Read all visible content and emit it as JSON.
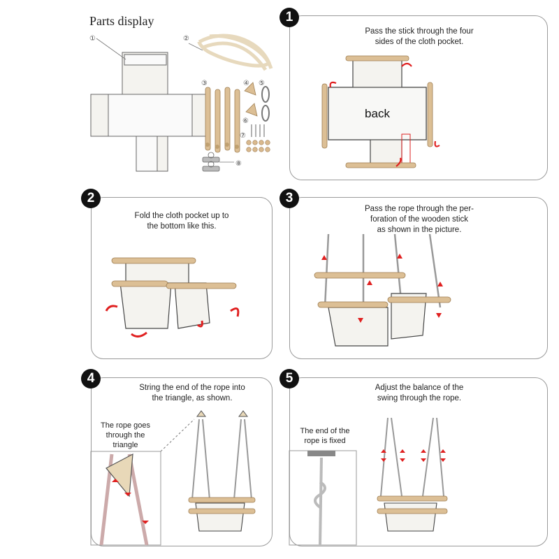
{
  "parts_section": {
    "title": "Parts display",
    "labels": [
      "①",
      "②",
      "③",
      "④",
      "⑤",
      "⑥",
      "⑦",
      "⑧"
    ]
  },
  "steps": [
    {
      "number": "1",
      "caption_lines": [
        "Pass the stick through the four",
        "sides of the cloth pocket."
      ],
      "label": "back"
    },
    {
      "number": "2",
      "caption_lines": [
        "Fold the cloth pocket up to",
        "the bottom like this."
      ]
    },
    {
      "number": "3",
      "caption_lines": [
        "Pass the rope through the per-",
        "foration of the wooden stick",
        "as shown in the picture."
      ]
    },
    {
      "number": "4",
      "caption_lines": [
        "String the end of the rope into",
        "the triangle, as shown."
      ],
      "callout_lines": [
        "The rope goes",
        "through the",
        "triangle"
      ]
    },
    {
      "number": "5",
      "caption_lines": [
        "Adjust the balance of the",
        "swing through the rope."
      ],
      "callout_lines": [
        "The end of the",
        "rope is fixed"
      ]
    }
  ],
  "colors": {
    "arrow": "#e02020",
    "wood": "#d9b98e",
    "cloth": "#f3f1ec",
    "outline": "#555555"
  }
}
